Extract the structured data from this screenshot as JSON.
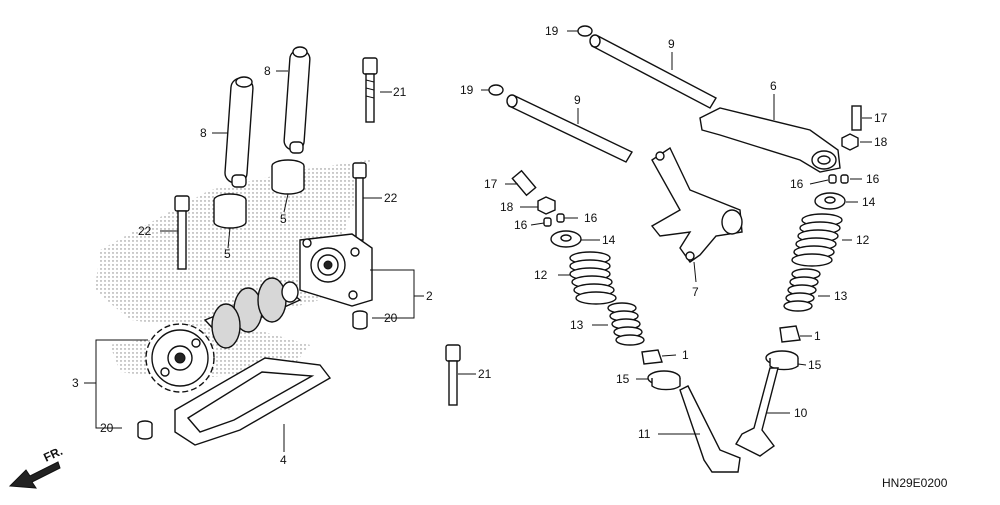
{
  "diagram_code": "HN29E0200",
  "front_label": "FR.",
  "callouts": {
    "c1a": "1",
    "c1b": "1",
    "c2": "2",
    "c3": "3",
    "c4": "4",
    "c5a": "5",
    "c5b": "5",
    "c6": "6",
    "c7": "7",
    "c8a": "8",
    "c8b": "8",
    "c9a": "9",
    "c9b": "9",
    "c10": "10",
    "c11": "11",
    "c12a": "12",
    "c12b": "12",
    "c13a": "13",
    "c13b": "13",
    "c14a": "14",
    "c14b": "14",
    "c15a": "15",
    "c15b": "15",
    "c16a": "16",
    "c16b": "16",
    "c16c": "16",
    "c16d": "16",
    "c17a": "17",
    "c17b": "17",
    "c18a": "18",
    "c18b": "18",
    "c19a": "19",
    "c19b": "19",
    "c20a": "20",
    "c20b": "20",
    "c21a": "21",
    "c21b": "21",
    "c22a": "22",
    "c22b": "22"
  },
  "colors": {
    "ink": "#111111",
    "shade": "#d7d7d7",
    "background": "#ffffff"
  }
}
